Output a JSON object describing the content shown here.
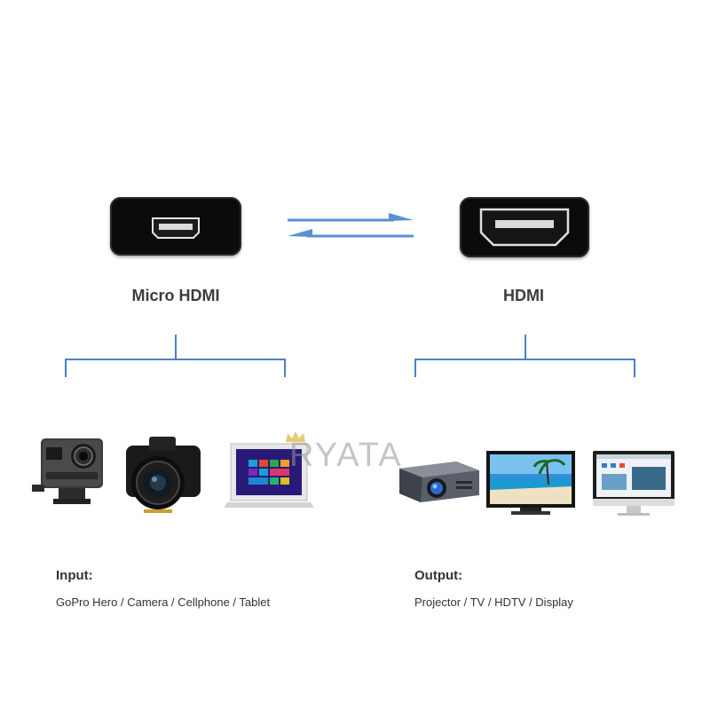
{
  "left": {
    "label": "Micro HDMI",
    "heading": "Input:",
    "devices": "GoPro Hero / Camera / Cellphone / Tablet"
  },
  "right": {
    "label": "HDMI",
    "heading": "Output:",
    "devices": "Projector / TV / HDTV / Display"
  },
  "watermark": "RYATA",
  "colors": {
    "bracket": "#4a80c8",
    "arrow": "#5b8fd6",
    "connector": "#0b0b0b"
  },
  "icons": [
    "micro-hdmi-port-icon",
    "hdmi-port-icon",
    "bidirectional-arrows-icon",
    "gopro-camera-icon",
    "dslr-camera-icon",
    "tablet-icon",
    "projector-icon",
    "tv-icon",
    "monitor-icon"
  ]
}
